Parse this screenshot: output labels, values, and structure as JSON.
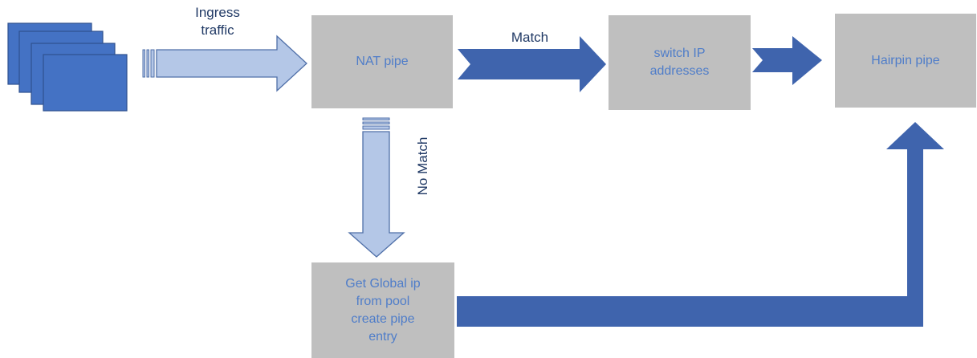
{
  "diagram": {
    "nodes": {
      "nat": {
        "label": "NAT pipe"
      },
      "switch": {
        "label": "switch IP\naddresses"
      },
      "hairpin": {
        "label": "Hairpin pipe"
      },
      "global": {
        "label": "Get Global ip\nfrom pool\ncreate pipe\nentry"
      }
    },
    "edges": {
      "ingress": {
        "label": "Ingress\ntraffic"
      },
      "match": {
        "label": "Match"
      },
      "nomatch": {
        "label": "No Match"
      }
    },
    "colors": {
      "box_fill": "#bfbfbf",
      "box_text": "#4f7dc9",
      "arrow_dark": "#3f64ad",
      "arrow_light": "#b4c7e7",
      "arrow_light_stroke": "#4f6fa8",
      "label_text": "#1f3864",
      "packet_fill": "#4472c4",
      "packet_stroke": "#2f528f"
    }
  }
}
